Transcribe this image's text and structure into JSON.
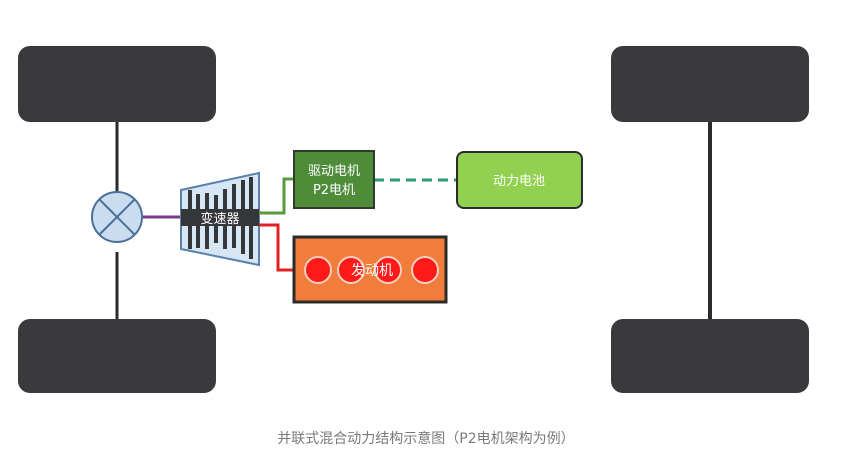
{
  "diagram": {
    "components": {
      "transmission": "变速器",
      "drive_motor_line1": "驱动电机",
      "drive_motor_line2": "P2电机",
      "battery": "动力电池",
      "engine": "发动机"
    },
    "caption": "并联式混合动力结构示意图（P2电机架构为例）"
  },
  "colors": {
    "tire": "#3a3a3c",
    "axle": "#2b2b2b",
    "differential_fill": "#c9dcf0",
    "differential_stroke": "#4b6f9a",
    "transmission_fill": "#d6e6f5",
    "transmission_stroke": "#5a80ad",
    "transmission_band": "#35363a",
    "motor_fill": "#4f8c3a",
    "battery_fill": "#92d050",
    "engine_fill": "#f27d3a",
    "engine_cylinder": "#ff1a1a",
    "purple_link": "#7a3b8f",
    "red_link": "#e02020",
    "green_link": "#5a9a3a",
    "dashed_link": "#2f9a73"
  }
}
